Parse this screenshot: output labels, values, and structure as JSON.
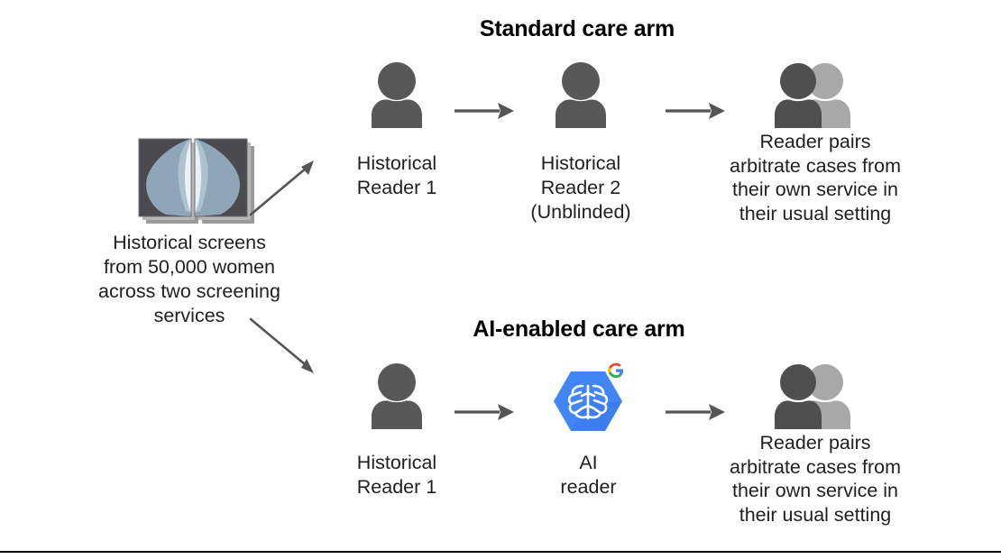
{
  "diagram": {
    "type": "flow-diagram",
    "title_standard": "Standard care arm",
    "title_ai": "AI-enabled care arm",
    "source": {
      "icon": "mammogram-screens-icon",
      "caption": "Historical screens\nfrom 50,000 women\nacross two screening\nservices"
    },
    "standard_arm": {
      "steps": [
        {
          "icon": "person-icon",
          "label": "Historical\nReader 1"
        },
        {
          "icon": "person-icon",
          "label": "Historical\nReader 2\n(Unblinded)"
        },
        {
          "icon": "person-pair-icon",
          "label": "Reader pairs\narbitrate cases from\ntheir own service in\ntheir usual setting"
        }
      ]
    },
    "ai_arm": {
      "steps": [
        {
          "icon": "person-icon",
          "label": "Historical\nReader 1"
        },
        {
          "icon": "ai-brain-hexagon-icon",
          "label": "AI\nreader"
        },
        {
          "icon": "person-pair-icon",
          "label": "Reader pairs\narbitrate cases from\ntheir own service in\ntheir usual setting"
        }
      ]
    },
    "colors": {
      "person_dark": "#585858",
      "person_light": "#a8a8a8",
      "person_pair_front": "#4f4f4f",
      "arrow": "#555555",
      "hexagon_blue": "#4285f4",
      "hexagon_blue_shade": "#3b78e7",
      "scan_panel": "#4b4b4f",
      "scan_tissue": "#8fa6b8",
      "scan_highlight": "#e9f1f6",
      "scan_shadow": "#9a9a9a",
      "google_blue": "#4285f4",
      "google_red": "#ea4335",
      "google_yellow": "#fbbc05",
      "google_green": "#34a853",
      "rule": "#000000"
    }
  }
}
